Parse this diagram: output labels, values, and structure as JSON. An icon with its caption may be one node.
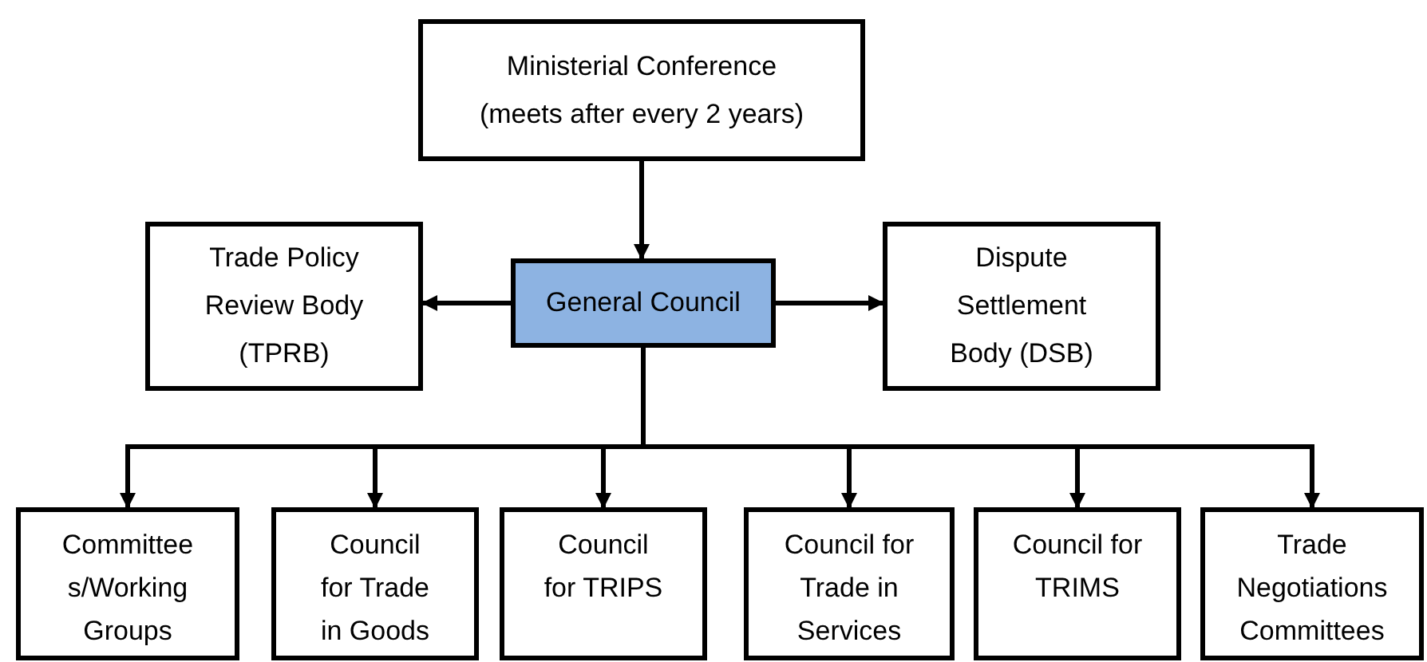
{
  "diagram": {
    "nodes": [
      {
        "text": [
          "Ministerial Conference (meets after every 2 years)"
        ]
      },
      {
        "text": [
          "Trade Policy Review Body (TPRB)"
        ]
      },
      {
        "text": [
          "General Council"
        ]
      },
      {
        "text": [
          "Dispute Settlement Body (DSB)"
        ]
      },
      {
        "text": [
          "Committee s/Working Groups"
        ]
      },
      {
        "text": [
          "Council for Trade in Goods"
        ]
      },
      {
        "text": [
          "Council for TRIPS"
        ]
      },
      {
        "text": [
          "Council for Trade in Services"
        ]
      },
      {
        "text": [
          "Council for TRIMS"
        ]
      },
      {
        "text": [
          "Trade Negotiations Committees"
        ]
      }
    ],
    "edges": [
      {
        "from": 0,
        "to": 2,
        "arrow": "to"
      },
      {
        "from": 2,
        "to": 1,
        "arrow": "to"
      },
      {
        "from": 2,
        "to": 3,
        "arrow": "to"
      },
      {
        "from": 2,
        "to": 4,
        "arrow": "to"
      },
      {
        "from": 2,
        "to": 5,
        "arrow": "to"
      },
      {
        "from": 2,
        "to": 6,
        "arrow": "to"
      },
      {
        "from": 2,
        "to": 7,
        "arrow": "to"
      },
      {
        "from": 2,
        "to": 8,
        "arrow": "to"
      },
      {
        "from": 2,
        "to": 9,
        "arrow": "to"
      }
    ]
  }
}
